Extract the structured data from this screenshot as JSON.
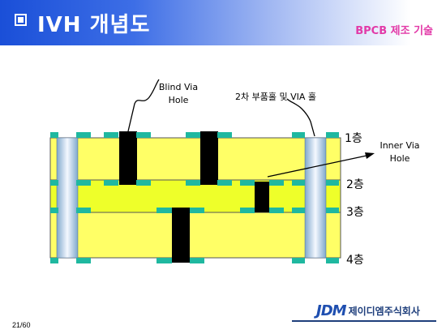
{
  "header": {
    "title": "IVH 개념도",
    "subtitle": "BPCB 제조 기술"
  },
  "diagram": {
    "label_blind_via": "Blind Via\nHole",
    "label_blind_via_line1": "Blind Via",
    "label_blind_via_line2": "Hole",
    "label_secondary_hole": "2차 부품홀 및 VIA 홀",
    "label_inner_via_line1": "Inner Via",
    "label_inner_via_line2": "Hole",
    "layer_labels": [
      "1층",
      "2층",
      "3층",
      "4층"
    ],
    "colors": {
      "board": "#ffff66",
      "core_layer": "#eeff2a",
      "via_fill": "#000000",
      "pad": "#1fb8a0",
      "through_hole": "#b8d4e8"
    }
  },
  "footer": {
    "page": "21/60",
    "logo": "JDM",
    "company": "제이디엠주식회사"
  }
}
